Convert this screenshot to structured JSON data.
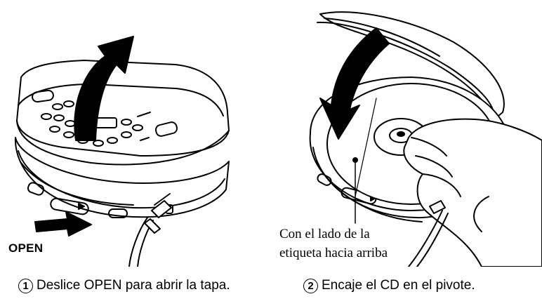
{
  "left_panel": {
    "open_label": "OPEN",
    "caption": {
      "number": "1",
      "text": "Deslice OPEN para abrir la tapa."
    }
  },
  "right_panel": {
    "label_side_line1": "Con el lado de la",
    "label_side_line2": "etiqueta hacia arriba",
    "caption": {
      "number": "2",
      "text": "Encaje el CD en el pivote."
    }
  },
  "colors": {
    "ink": "#000000",
    "paper": "#ffffff",
    "shade": "#e6e6e6"
  }
}
